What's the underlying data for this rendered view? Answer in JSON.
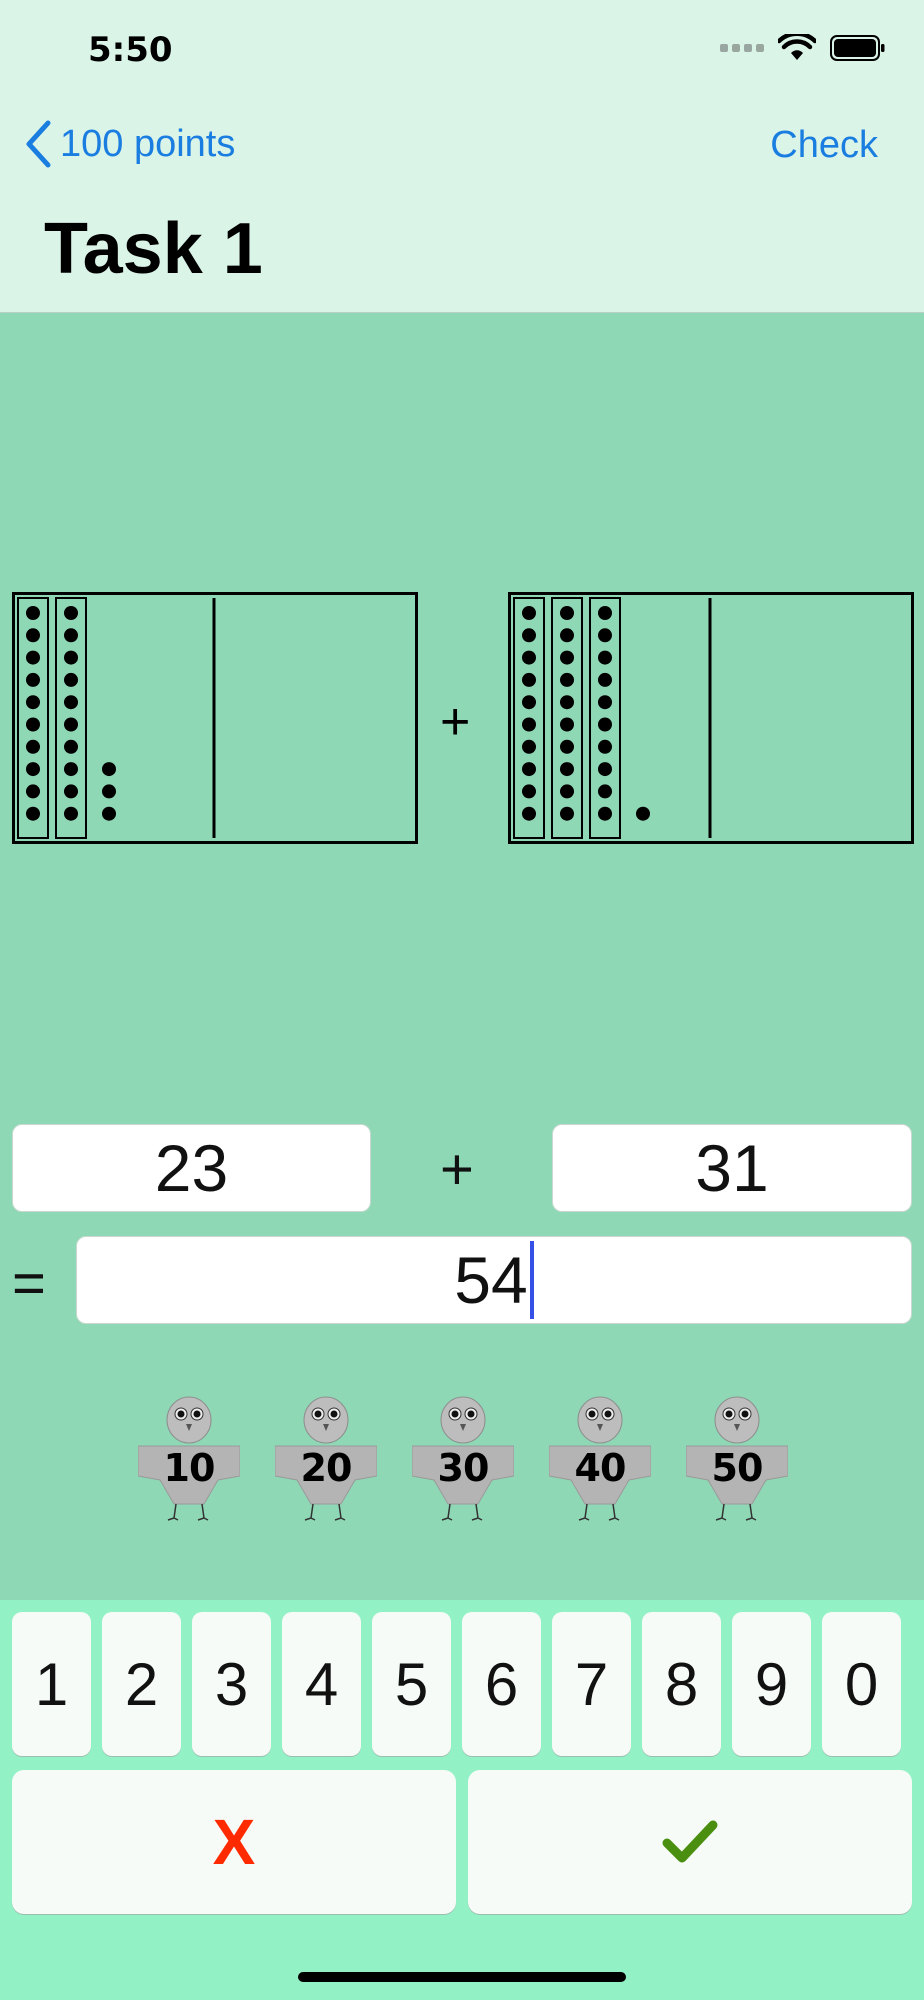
{
  "status": {
    "time": "5:50"
  },
  "nav": {
    "back_label": "100 points",
    "check_label": "Check",
    "title": "Task 1"
  },
  "visual": {
    "left_tens": 2,
    "left_ones": 3,
    "right_tens": 3,
    "right_ones": 1,
    "plus": "+"
  },
  "equation": {
    "left": "23",
    "operator": "+",
    "right": "31",
    "equals": "=",
    "answer": "54"
  },
  "coins": [
    "10",
    "20",
    "30",
    "40",
    "50"
  ],
  "keypad": {
    "digits": [
      "1",
      "2",
      "3",
      "4",
      "5",
      "6",
      "7",
      "8",
      "9",
      "0"
    ],
    "clear_label": "X",
    "confirm_icon": "checkmark-icon"
  },
  "colors": {
    "accent": "#1a7de0",
    "clear": "#ff2a00",
    "confirm": "#4b8f10",
    "background": "#8fd8b6"
  }
}
